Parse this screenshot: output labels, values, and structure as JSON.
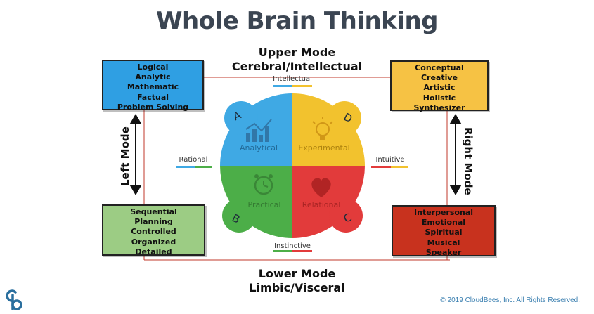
{
  "title": "Whole Brain Thinking",
  "upper_mode": {
    "line1": "Upper Mode",
    "line2": "Cerebral/Intellectual"
  },
  "lower_mode": {
    "line1": "Lower Mode",
    "line2": "Limbic/Visceral"
  },
  "left_mode": "Left Mode",
  "right_mode": "Right Mode",
  "boxes": {
    "top_left": {
      "color": "#2f9fe3",
      "items": [
        "Logical",
        "Analytic",
        "Mathematic",
        "Factual",
        "Problem Solving"
      ]
    },
    "top_right": {
      "color": "#f6c244",
      "items": [
        "Conceptual",
        "Creative",
        "Artistic",
        "Holistic",
        "Synthesizer"
      ]
    },
    "bottom_left": {
      "color": "#9ccc84",
      "items": [
        "Sequential",
        "Planning",
        "Controlled",
        "Organized",
        "Detailed"
      ]
    },
    "bottom_right": {
      "color": "#c8321e",
      "items": [
        "Interpersonal",
        "Emotional",
        "Spiritual",
        "Musical",
        "Speaker"
      ]
    }
  },
  "axis_labels": {
    "top": "Intellectual",
    "bottom": "Instinctive",
    "left": "Rational",
    "right": "Intuitive"
  },
  "quadrants": {
    "a": {
      "letter": "A",
      "label": "Analytical",
      "color": "#3fa9e4",
      "icon": "bar-chart-icon"
    },
    "d": {
      "letter": "D",
      "label": "Experimental",
      "color": "#f2c22e",
      "icon": "lightbulb-icon"
    },
    "b": {
      "letter": "B",
      "label": "Practical",
      "color": "#4cae48",
      "icon": "alarm-clock-icon"
    },
    "c": {
      "letter": "C",
      "label": "Relational",
      "color": "#e23b3b",
      "icon": "heart-icon"
    }
  },
  "copyright": "© 2019 CloudBees, Inc. All Rights Reserved.",
  "logo": {
    "name": "cloudbees-logo-icon",
    "color": "#2a6f9e"
  }
}
